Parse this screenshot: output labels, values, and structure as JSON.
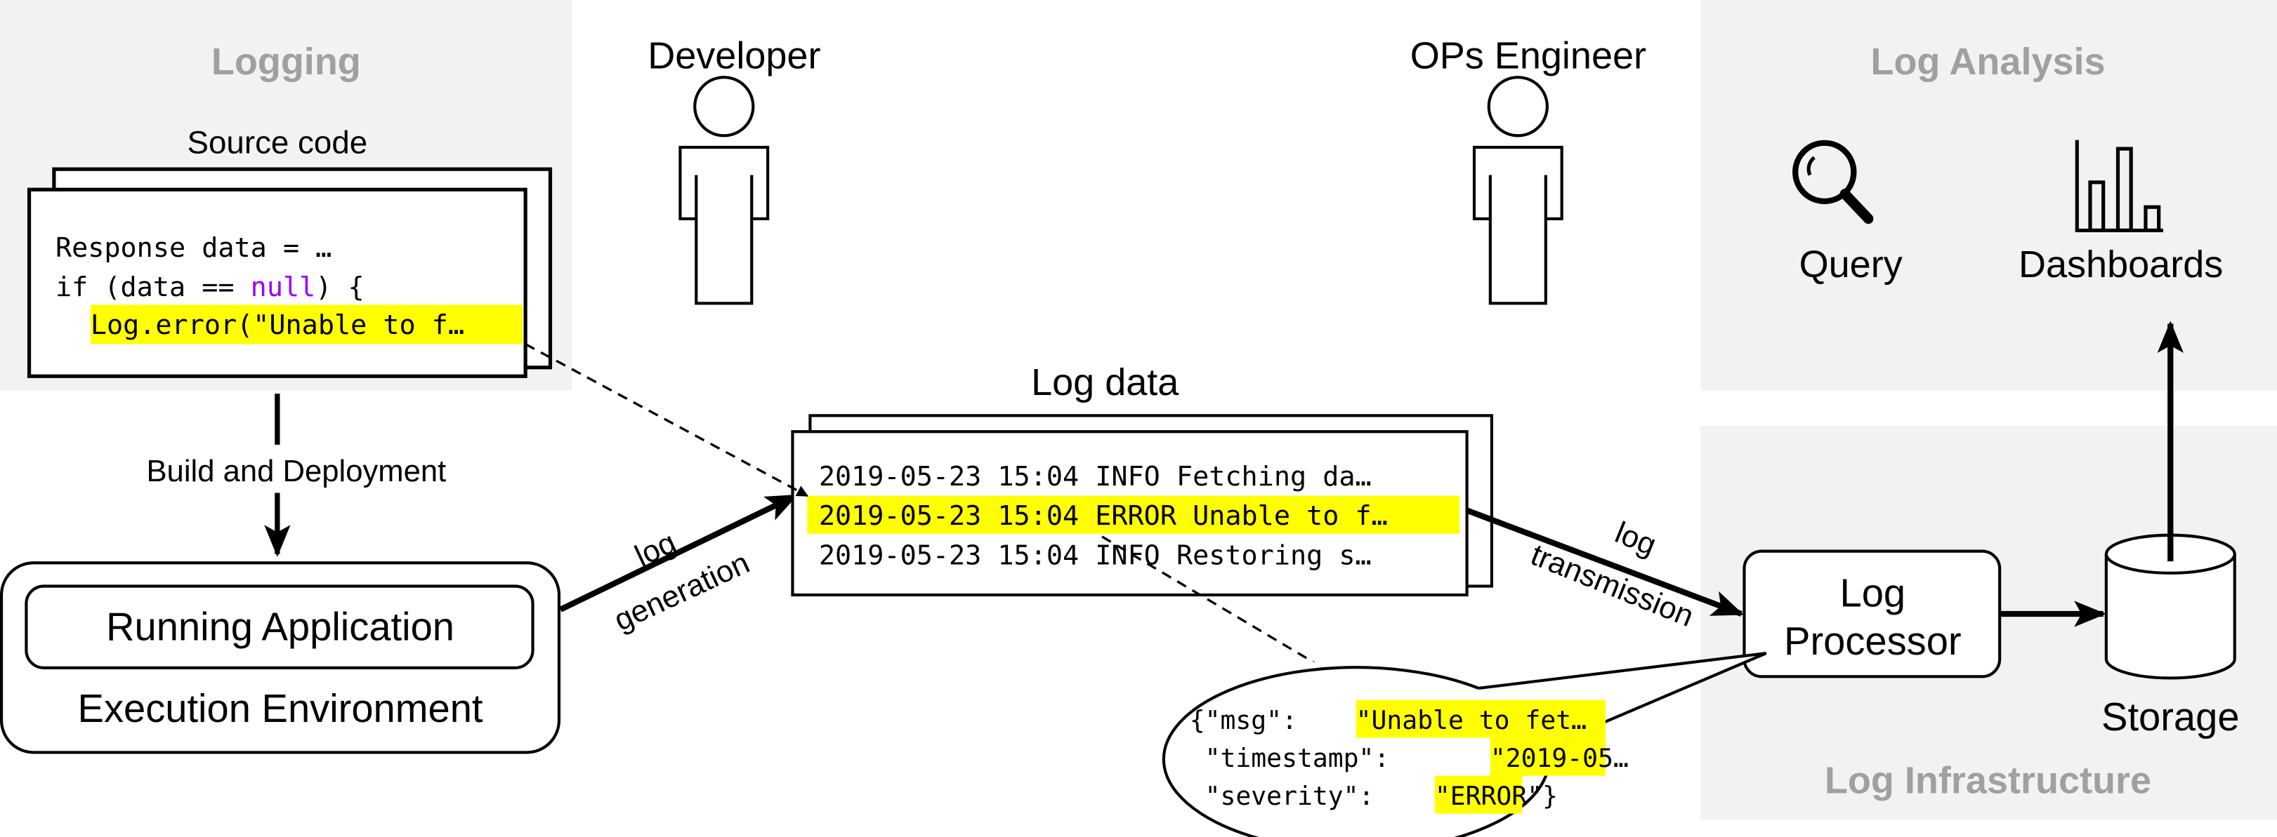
{
  "colors": {
    "panel": "#f2f2f2",
    "panel_title": "#a0a0a0",
    "highlight": "#ffff00",
    "keyword": "#9900ff"
  },
  "logging": {
    "title": "Logging",
    "source_label": "Source code",
    "code": {
      "line1": "Response data = …",
      "line2_pre": "if (data == ",
      "line2_kw": "null",
      "line2_post": ") {",
      "line3": "Log.error(\"Unable to f…"
    }
  },
  "roles": {
    "developer": "Developer",
    "ops": "OPs Engineer"
  },
  "analysis": {
    "title": "Log Analysis",
    "query": "Query",
    "dashboards": "Dashboards"
  },
  "infra": {
    "title": "Log Infrastructure",
    "processor_line1": "Log",
    "processor_line2": "Processor",
    "storage": "Storage"
  },
  "build_label": "Build and Deployment",
  "execution": {
    "app": "Running Application",
    "env": "Execution Environment"
  },
  "generation": {
    "line1": "log",
    "line2": "generation"
  },
  "transmission": {
    "line1": "log",
    "line2": "transmission"
  },
  "log_data": {
    "title": "Log data",
    "lines": [
      "2019-05-23 15:04 INFO Fetching da…",
      "2019-05-23 15:04 ERROR Unable to f…",
      "2019-05-23 15:04 INFO Restoring s…"
    ]
  },
  "parsed": {
    "k1": "{\"msg\": ",
    "v1": "\"Unable to fet…",
    "k2": " \"timestamp\": ",
    "v2": "\"2019-05…",
    "k3": " \"severity\": ",
    "v3": "\"ERROR\"",
    "close": "}"
  }
}
